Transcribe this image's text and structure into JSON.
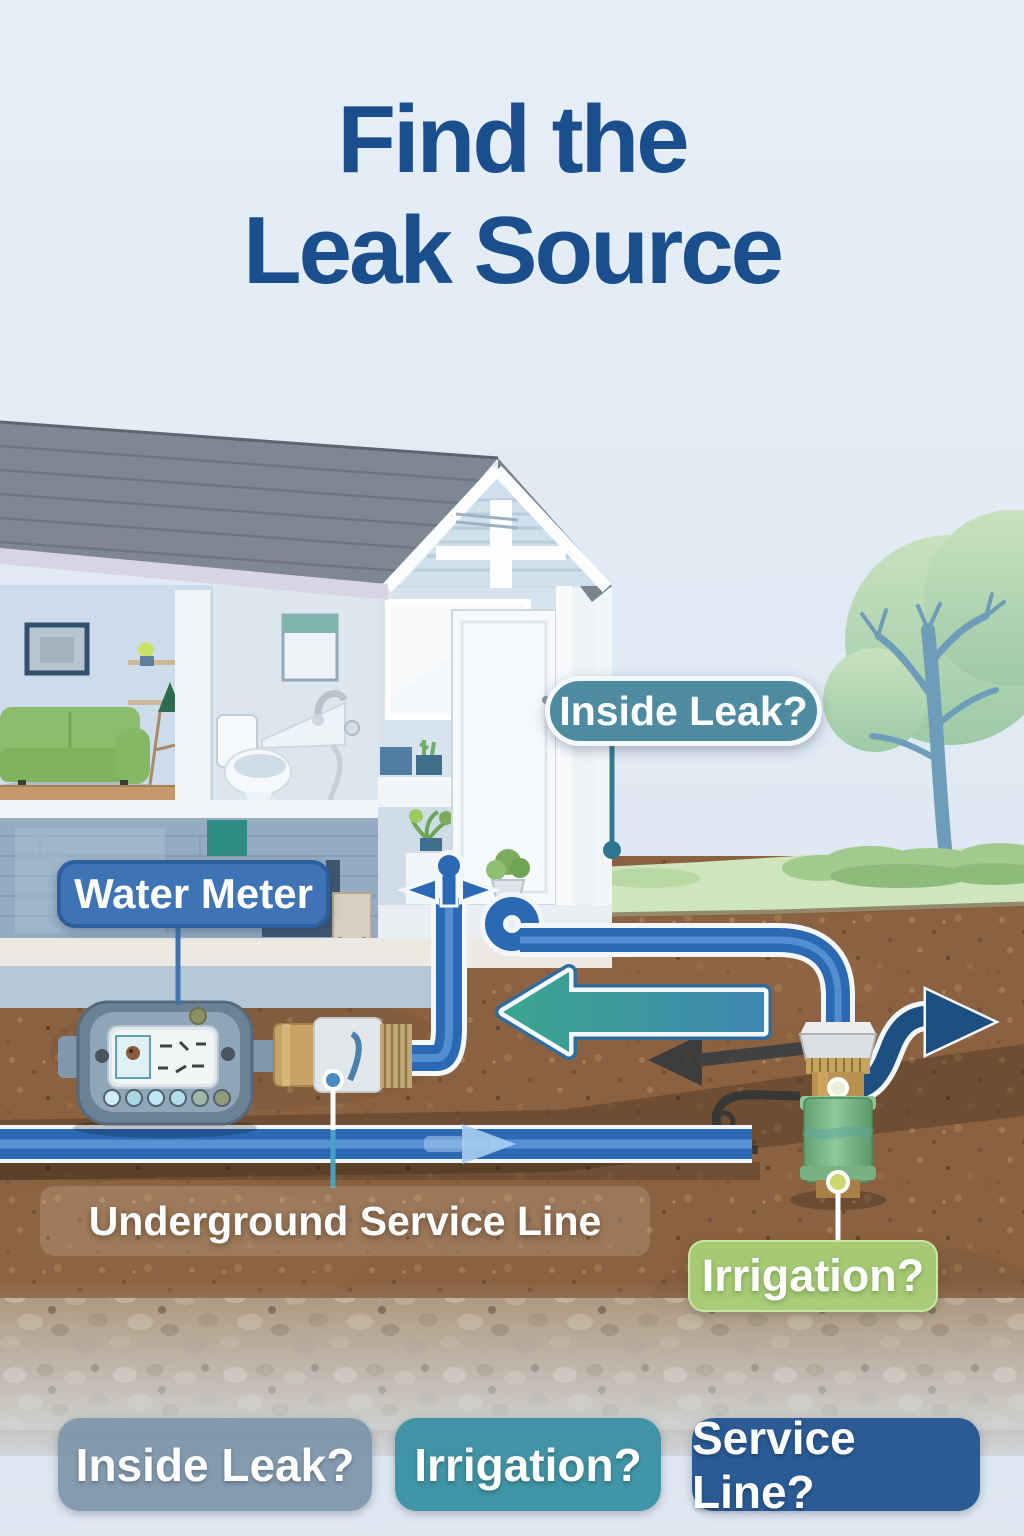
{
  "title": {
    "line1": "Find the",
    "line2": "Leak Source"
  },
  "callouts": {
    "water_meter": {
      "label": "Water Meter"
    },
    "inside_leak": {
      "label": "Inside Leak?"
    },
    "underground_service_line": {
      "label": "Underground Service Line"
    },
    "irrigation": {
      "label": "Irrigation?"
    }
  },
  "bottom_buttons": [
    {
      "label": "Inside Leak?",
      "color": "#7e97ac"
    },
    {
      "label": "Irrigation?",
      "color": "#3b92a3"
    },
    {
      "label": "Service Line?",
      "color": "#2a5b95"
    }
  ],
  "scene_icons": [
    "house-cutaway",
    "roof",
    "living-room-sofa",
    "toilet",
    "sink-faucet",
    "basement-stairs",
    "water-meter-device",
    "meter-display",
    "pipe-fitting",
    "shutoff-spigot",
    "service-line-pipe",
    "flow-arrow-right-light",
    "flow-arrow-left-teal",
    "flow-arrow-right-navy",
    "irrigation-valve",
    "tree",
    "grass",
    "soil",
    "callout-dots"
  ],
  "colors": {
    "title_text": "#1b4e8d",
    "sky": "#e2ebf4",
    "water_meter_label_bg": "#3e74b6",
    "inside_leak_label_bg": "#4e8ba1",
    "irrigation_label_bg": "#a8d077",
    "pipe_blue": "#2c69b4",
    "arrow_teal": "#3aa68d",
    "arrow_navy": "#1d4f80",
    "soil_brown": "#8a6141",
    "grass_green": "#cfe5bd",
    "valve_green": "#79b287"
  }
}
